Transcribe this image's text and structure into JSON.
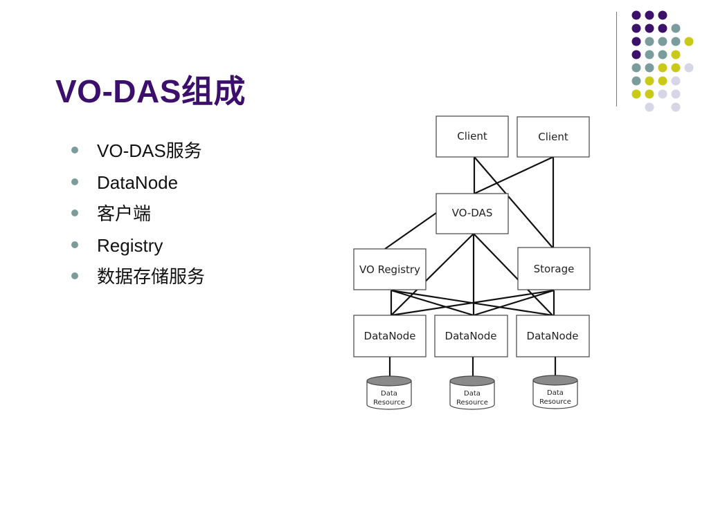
{
  "slide": {
    "title": "VO-DAS组成",
    "bullets": [
      "VO-DAS服务",
      "DataNode",
      "客户端",
      "Registry",
      "数据存储服务"
    ]
  },
  "colors": {
    "title": "#3b0f6b",
    "bullet": "#7c9c9c",
    "dot_purple": "#3b1169",
    "dot_teal": "#7a9c9c",
    "dot_yellow": "#c9c917",
    "dot_lavender": "#d6d6e6",
    "cylinder_top": "#8a8a8a"
  },
  "diagram": {
    "clients": [
      "Client",
      "Client"
    ],
    "vodas": "VO-DAS",
    "registry": "VO Registry",
    "storage": "Storage",
    "datanodes": [
      "DataNode",
      "DataNode",
      "DataNode"
    ],
    "resource_line1": "Data",
    "resource_line2": "Resource"
  }
}
